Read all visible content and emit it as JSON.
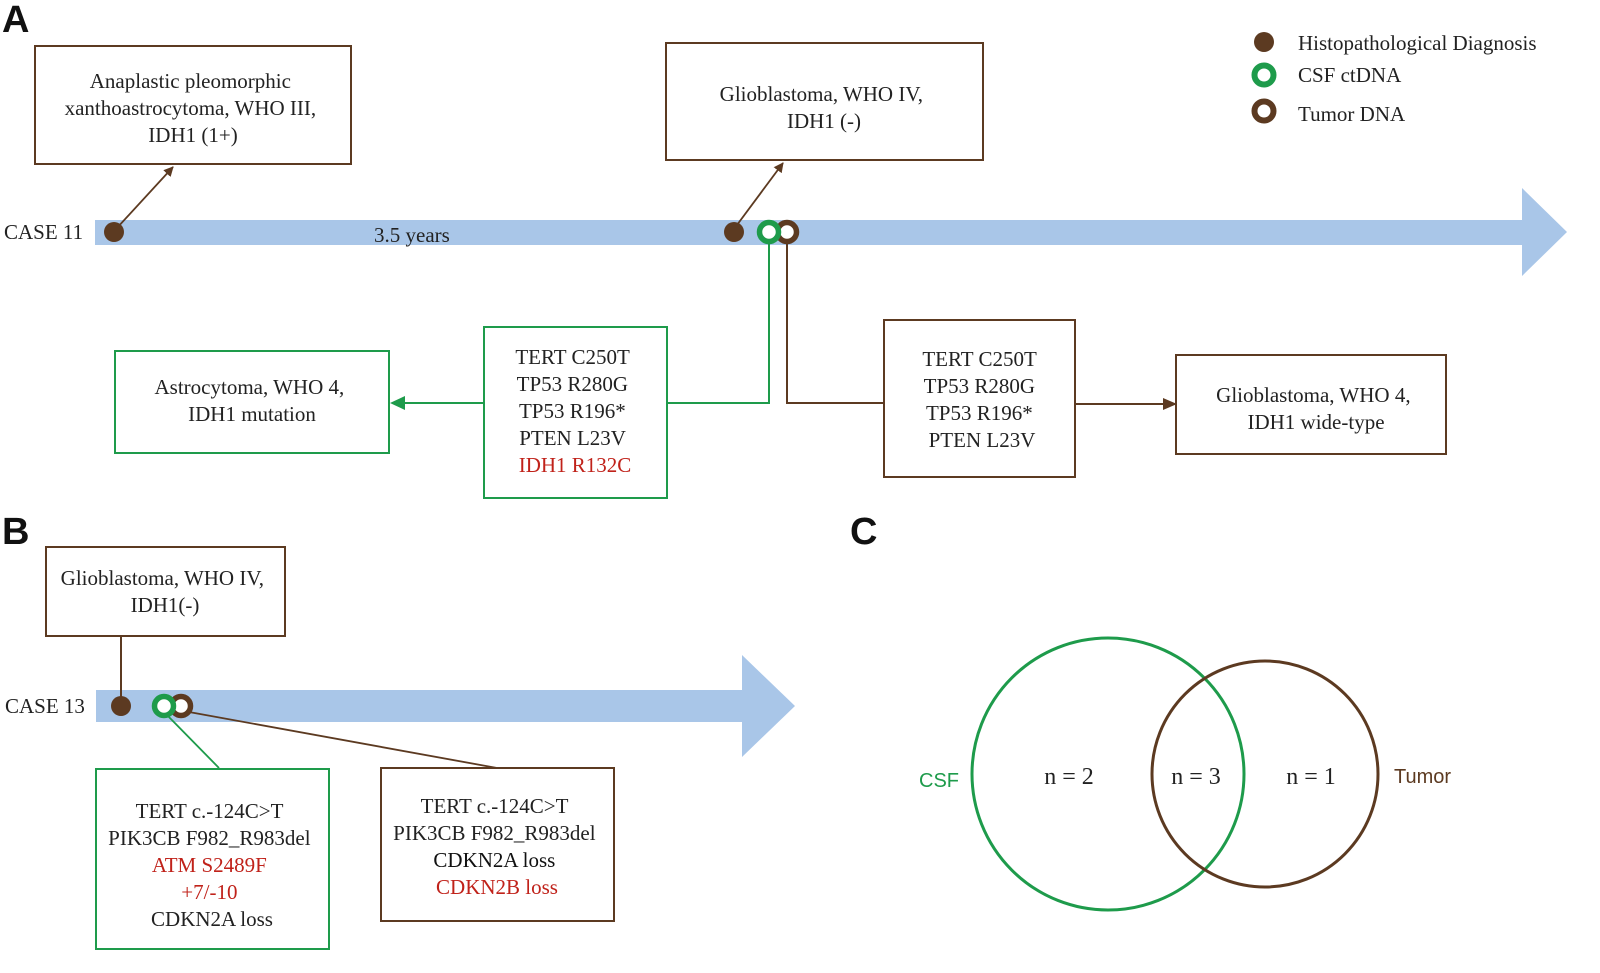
{
  "colors": {
    "timeline": "#a9c6e8",
    "brown": "#5c3a21",
    "green": "#1e9b4b",
    "red": "#c0221a",
    "text": "#222222"
  },
  "icons": {
    "histopathology": "filled-brown-dot-icon",
    "csf": "green-ring-icon",
    "tumor": "brown-ring-icon"
  },
  "panelA": {
    "label": "A",
    "case_label": "CASE 11",
    "duration": "3.5 years",
    "box_initial": [
      "Anaplastic pleomorphic",
      "xanthoastrocytoma, WHO III,",
      "IDH1 (1+)"
    ],
    "box_recurrence": [
      "Glioblastoma, WHO IV,",
      "IDH1 (-)"
    ],
    "csf_mutations": [
      "TERT C250T",
      "TP53 R280G",
      "TP53 R196*",
      "PTEN L23V",
      "IDH1 R132C"
    ],
    "csf_diagnosis": [
      "Astrocytoma, WHO 4,",
      "IDH1 mutation"
    ],
    "tumor_mutations": [
      "TERT C250T",
      "TP53 R280G",
      "TP53 R196*",
      "PTEN L23V"
    ],
    "tumor_diagnosis": [
      "Glioblastoma, WHO 4,",
      "IDH1 wide-type"
    ]
  },
  "legend": {
    "histopathology": "Histopathological Diagnosis",
    "csf": "CSF ctDNA",
    "tumor": "Tumor DNA"
  },
  "panelB": {
    "label": "B",
    "case_label": "CASE 13",
    "box_diagnosis": [
      "Glioblastoma, WHO IV,",
      "IDH1(-)"
    ],
    "csf_mutations": [
      "TERT c.-124C>T",
      "PIK3CB F982_R983del",
      "ATM S2489F",
      "+7/-10",
      "CDKN2A loss"
    ],
    "tumor_mutations": [
      "TERT c.-124C>T",
      "PIK3CB F982_R983del",
      "CDKN2A loss",
      "CDKN2B loss"
    ]
  },
  "panelC": {
    "label": "C",
    "left_set": "CSF",
    "right_set": "Tumor",
    "left_only": "n = 2",
    "both": "n = 3",
    "right_only": "n = 1"
  }
}
